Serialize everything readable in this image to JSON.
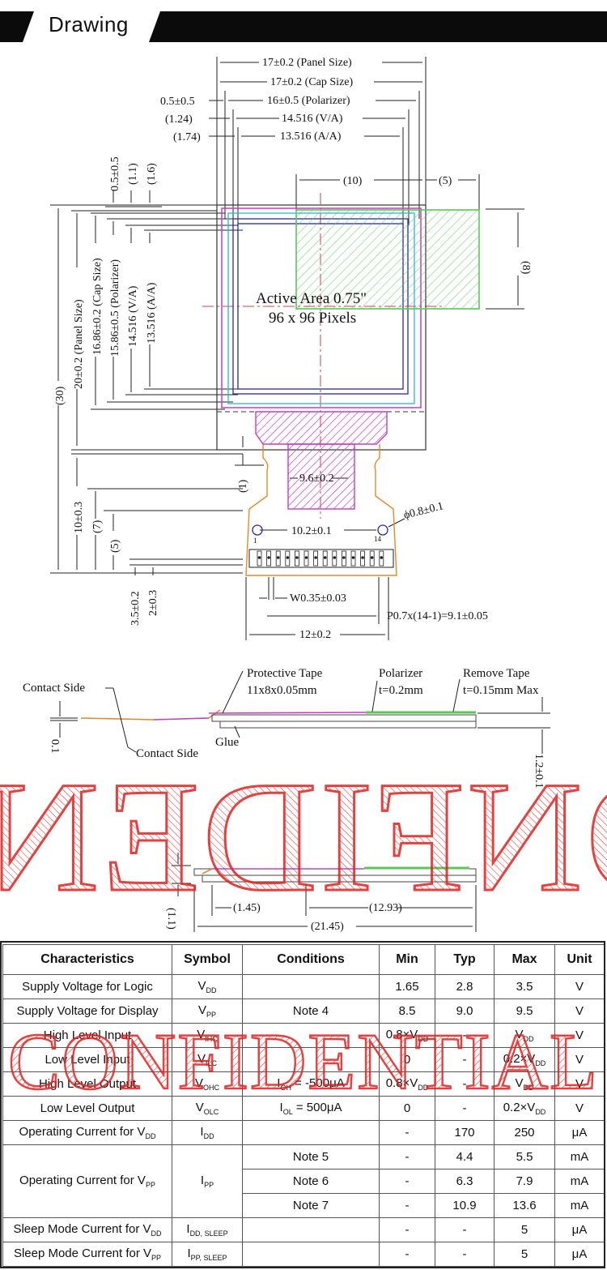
{
  "header": {
    "title": "Drawing"
  },
  "top_view": {
    "panel_size": "17±0.2 (Panel Size)",
    "cap_size": "17±0.2 (Cap Size)",
    "polarizer": "16±0.5 (Polarizer)",
    "va": "14.516 (V/A)",
    "aa": "13.516 (A/A)",
    "dim_05": "0.5±0.5",
    "dim_124": "(1.24)",
    "dim_174": "(1.74)",
    "dim_10": "(10)",
    "dim_5": "(5)",
    "dim_8": "(8)",
    "v_05": "0.5±0.5",
    "v_11": "(1.1)",
    "v_16": "(1.6)",
    "v_30": "(30)",
    "v_panel": "20±0.2 (Panel Size)",
    "v_cap": "16.86±0.2 (Cap Size)",
    "v_pol": "15.86±0.5 (Polarizer)",
    "v_va": "14.516 (V/A)",
    "v_aa": "13.516 (A/A)",
    "active_area": "Active Area 0.75\"",
    "pixels": "96 x 96 Pixels",
    "dim_1": "(1)",
    "fpc_width": "9.6±0.2",
    "hole_pitch": "10.2±0.1",
    "hole_dia": "ϕ0.8±0.1",
    "pin_1": "1",
    "pin_14": "14",
    "v_10": "10±0.3",
    "v_7": "(7)",
    "v_5": "(5)",
    "v_35": "3.5±0.2",
    "v_2": "2±0.3",
    "pad_w": "W0.35±0.03",
    "pitch": "P0.7x(14-1)=9.1±0.05",
    "fpc_total": "12±0.2"
  },
  "side_view": {
    "contact_side_1": "Contact Side",
    "contact_side_2": "Contact Side",
    "protective_tape": "Protective Tape",
    "protective_tape_dim": "11x8x0.05mm",
    "polarizer": "Polarizer",
    "polarizer_t": "t=0.2mm",
    "remove_tape": "Remove Tape",
    "remove_tape_t": "t=0.15mm Max",
    "glue": "Glue",
    "dim_01": "0.1",
    "dim_12": "1.2±0.1",
    "dim_11": "(1.1)",
    "dim_145": "(1.45)",
    "dim_1293": "(12.93)",
    "dim_2145": "(21.45)"
  },
  "watermark": {
    "text_drawing": "CONFIDENTIAL",
    "text_table": "CONFIDENTIAL"
  },
  "table": {
    "headers": [
      "Characteristics",
      "Symbol",
      "Conditions",
      "Min",
      "Typ",
      "Max",
      "Unit"
    ],
    "rows": [
      {
        "char": "Supply Voltage for Logic",
        "sym": "V",
        "sym_sub": "DD",
        "cond": "",
        "min": "1.65",
        "typ": "2.8",
        "max": "3.5",
        "unit": "V"
      },
      {
        "char": "Supply Voltage for Display",
        "sym": "V",
        "sym_sub": "PP",
        "cond": "Note 4",
        "min": "8.5",
        "typ": "9.0",
        "max": "9.5",
        "unit": "V"
      },
      {
        "char": "High Level Input",
        "sym": "V",
        "sym_sub": "IHC",
        "cond": "",
        "min": "0.8×V",
        "min_sub": "DD",
        "typ": "-",
        "max": "V",
        "max_sub": "DD",
        "unit": "V"
      },
      {
        "char": "Low Level Input",
        "sym": "V",
        "sym_sub": "ILC",
        "cond": "",
        "min": "0",
        "typ": "-",
        "max": "0.2×V",
        "max_sub": "DD",
        "unit": "V"
      },
      {
        "char": "High Level Output",
        "sym": "V",
        "sym_sub": "OHC",
        "cond": "I",
        "cond_sub": "OH",
        "cond_tail": " = -500μA",
        "min": "0.8×V",
        "min_sub": "DD",
        "typ": "-",
        "max": "V",
        "max_sub": "DD",
        "unit": "V"
      },
      {
        "char": "Low Level Output",
        "sym": "V",
        "sym_sub": "OLC",
        "cond": "I",
        "cond_sub": "OL",
        "cond_tail": " = 500μA",
        "min": "0",
        "typ": "-",
        "max": "0.2×V",
        "max_sub": "DD",
        "unit": "V"
      },
      {
        "char": "Operating Current for V",
        "char_sub": "DD",
        "sym": "I",
        "sym_sub": "DD",
        "cond": "",
        "min": "-",
        "typ": "170",
        "max": "250",
        "unit": "μA"
      }
    ],
    "ipp": {
      "char": "Operating Current for V",
      "char_sub": "PP",
      "sym": "I",
      "sym_sub": "PP",
      "rows": [
        {
          "cond": "Note 5",
          "min": "-",
          "typ": "4.4",
          "max": "5.5",
          "unit": "mA"
        },
        {
          "cond": "Note 6",
          "min": "-",
          "typ": "6.3",
          "max": "7.9",
          "unit": "mA"
        },
        {
          "cond": "Note 7",
          "min": "-",
          "typ": "10.9",
          "max": "13.6",
          "unit": "mA"
        }
      ]
    },
    "sleep": [
      {
        "char": "Sleep Mode Current for V",
        "char_sub": "DD",
        "sym": "I",
        "sym_sub": "DD, SLEEP",
        "cond": "",
        "min": "-",
        "typ": "-",
        "max": "5",
        "unit": "μA"
      },
      {
        "char": "Sleep Mode Current for V",
        "char_sub": "PP",
        "sym": "I",
        "sym_sub": "PP, SLEEP",
        "cond": "",
        "min": "-",
        "typ": "-",
        "max": "5",
        "unit": "μA"
      }
    ]
  }
}
